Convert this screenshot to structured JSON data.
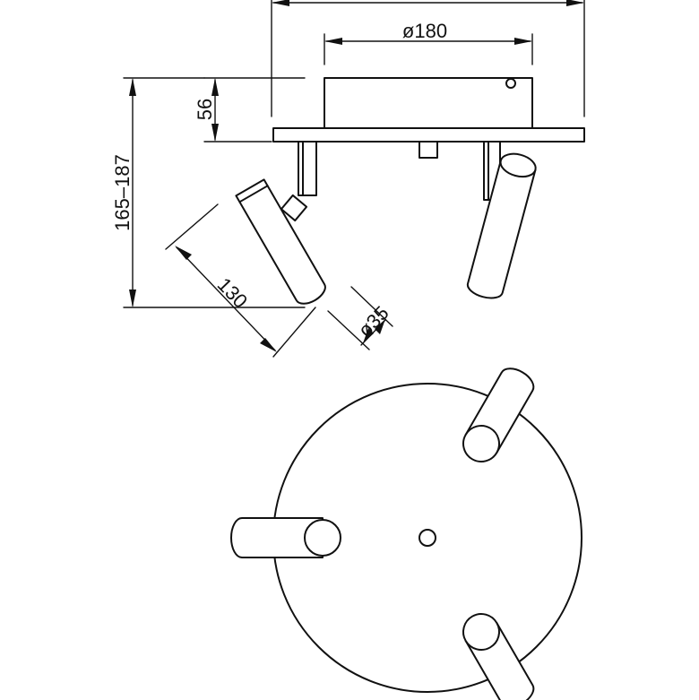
{
  "dimensions": {
    "base_diameter": "ø180",
    "base_height": "56",
    "total_height": "165–187",
    "spot_length": "130",
    "spot_diameter": "ø35"
  },
  "colors": {
    "line": "#111111",
    "background": "#ffffff"
  }
}
